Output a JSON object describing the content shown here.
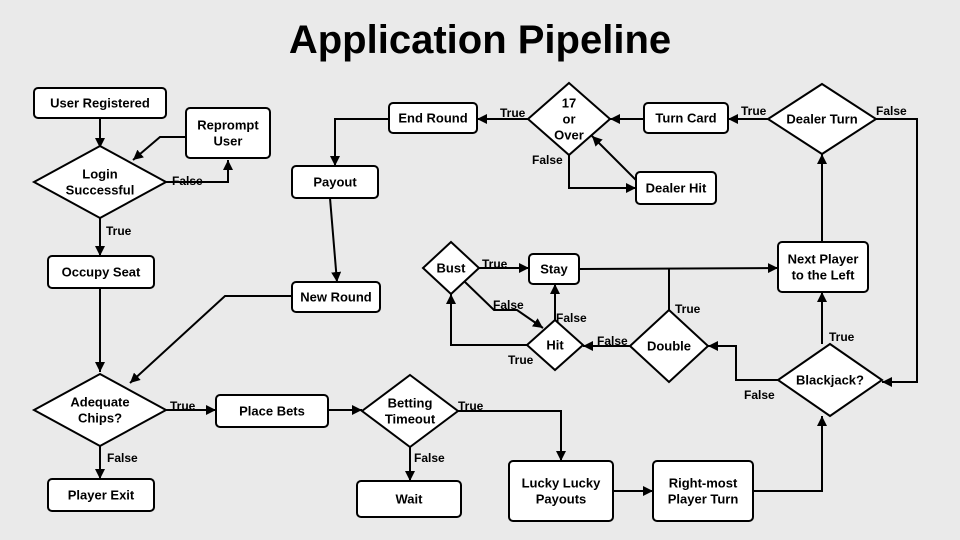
{
  "title": "Application Pipeline",
  "nodes": {
    "user_registered": [
      "User Registered"
    ],
    "reprompt_user": [
      "Reprompt",
      "User"
    ],
    "login_successful": [
      "Login",
      "Successful"
    ],
    "occupy_seat": [
      "Occupy Seat"
    ],
    "adequate_chips": [
      "Adequate",
      "Chips?"
    ],
    "player_exit": [
      "Player Exit"
    ],
    "place_bets": [
      "Place Bets"
    ],
    "betting_timeout": [
      "Betting",
      "Timeout"
    ],
    "wait": [
      "Wait"
    ],
    "lucky_lucky_payouts": [
      "Lucky Lucky",
      "Payouts"
    ],
    "right_most_player_turn": [
      "Right-most",
      "Player Turn"
    ],
    "blackjack": [
      "Blackjack?"
    ],
    "next_player": [
      "Next Player",
      "to the Left"
    ],
    "dealer_turn": [
      "Dealer Turn"
    ],
    "turn_card": [
      "Turn Card"
    ],
    "seventeen_or_over": [
      "17",
      "or",
      "Over"
    ],
    "dealer_hit": [
      "Dealer Hit"
    ],
    "end_round": [
      "End Round"
    ],
    "payout": [
      "Payout"
    ],
    "new_round": [
      "New Round"
    ],
    "double": [
      "Double"
    ],
    "hit": [
      "Hit"
    ],
    "stay": [
      "Stay"
    ],
    "bust": [
      "Bust"
    ]
  },
  "edge_labels": {
    "true": "True",
    "false": "False"
  }
}
